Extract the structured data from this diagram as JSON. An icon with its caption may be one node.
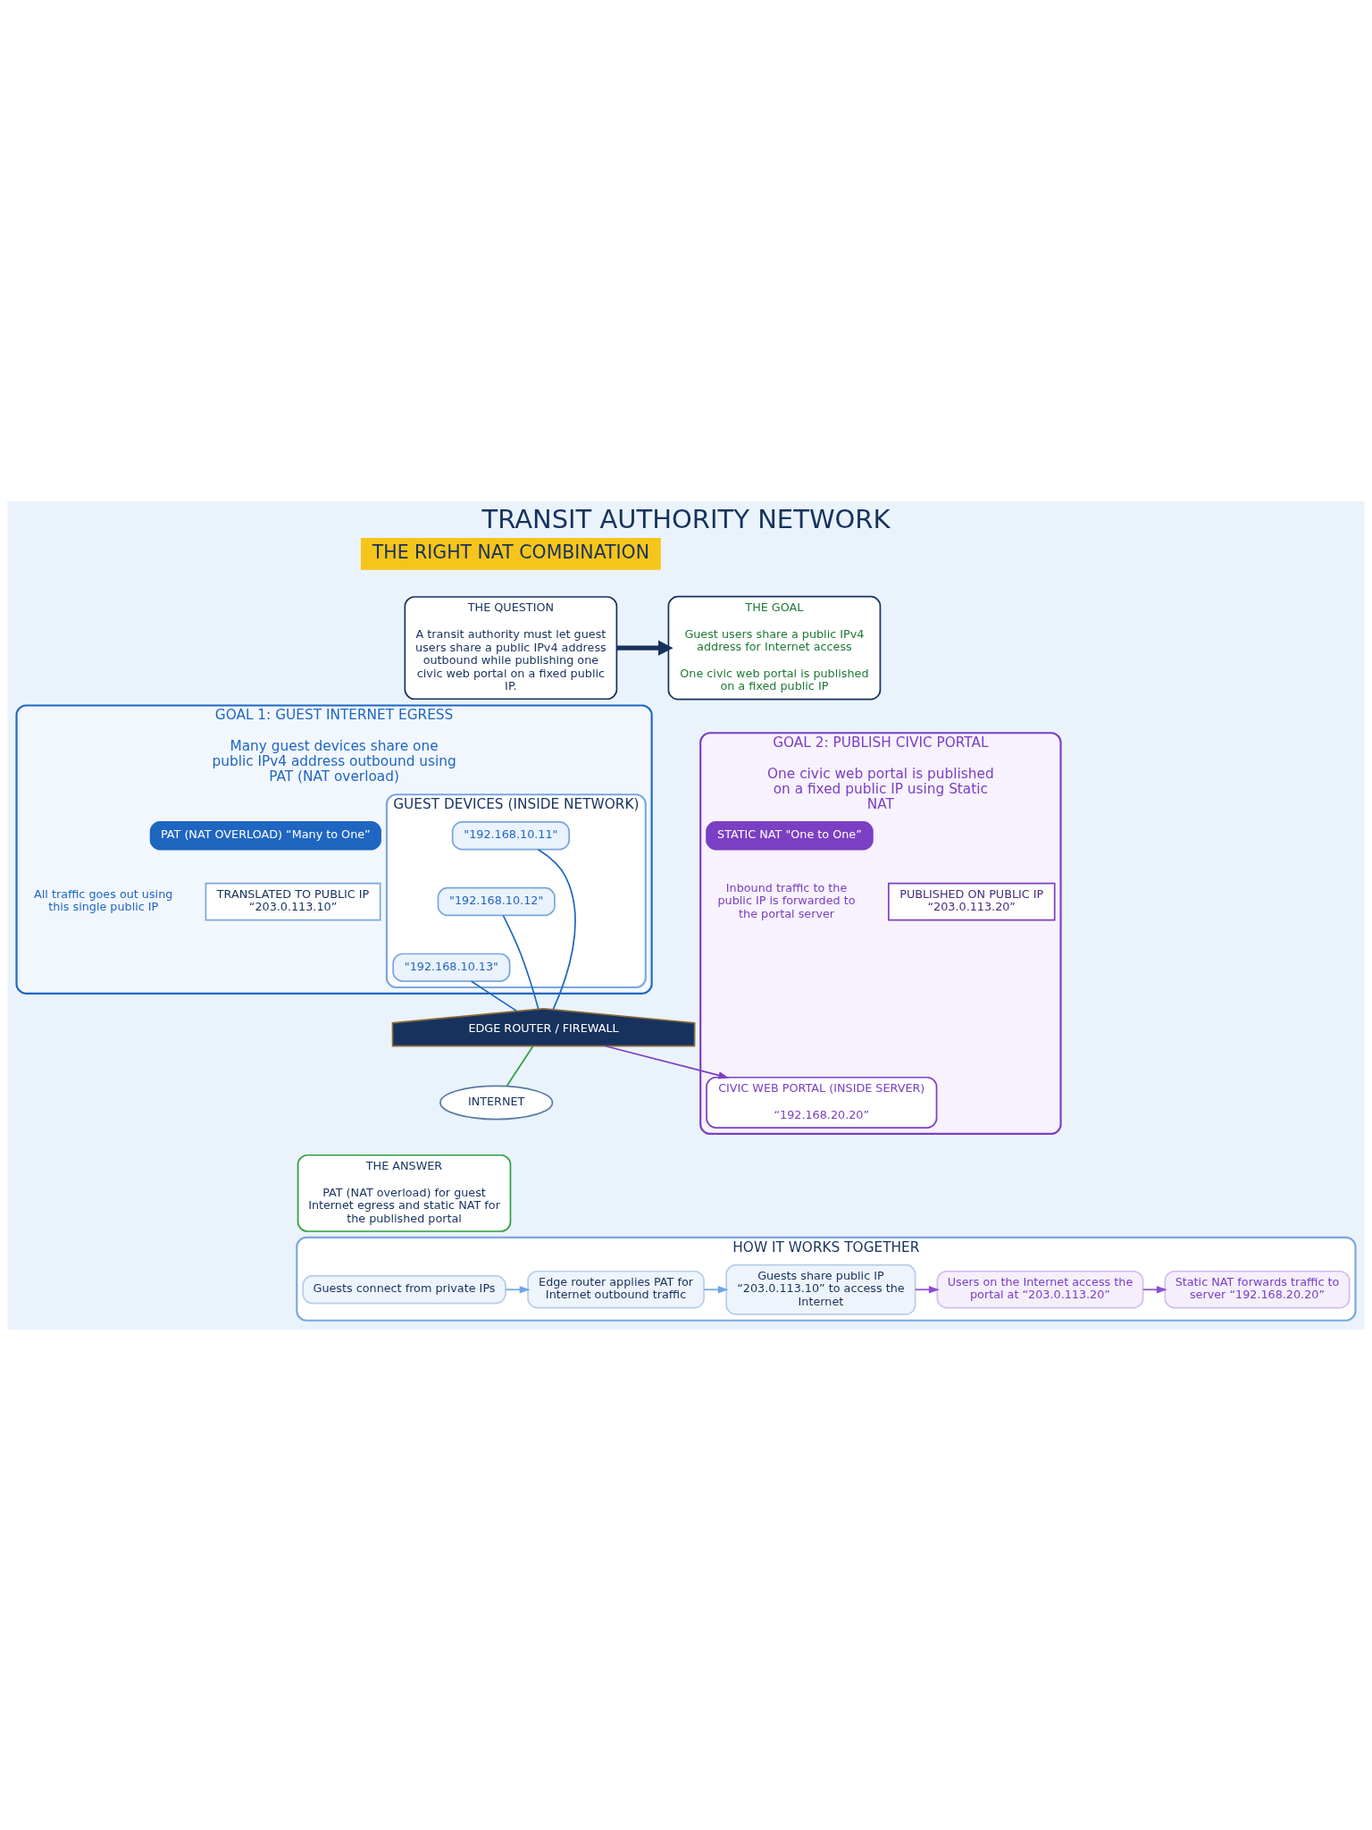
{
  "diagram": {
    "title": "TRANSIT AUTHORITY NETWORK",
    "nodes": [
      {
        "text": [
          "THE QUESTION",
          "A transit authority must let guest users share a public IPv4 address outbound while publishing one civic web portal on a fixed public IP."
        ]
      },
      {
        "text": [
          "THE GOAL",
          "Guest users share a public IPv4 address for Internet access",
          "One civic web portal is published on a fixed public IP"
        ]
      },
      {
        "text": [
          "GOAL 1: GUEST INTERNET EGRESS",
          "Many guest devices share one public IPv4 address outbound using PAT (NAT overload)"
        ]
      },
      {
        "text": [
          "GUEST DEVICES (INSIDE NETWORK)"
        ],
        "in": 2
      },
      {
        "text": [
          "\"192.168.10.11\""
        ],
        "in": 3
      },
      {
        "text": [
          "\"192.168.10.12\""
        ],
        "in": 3
      },
      {
        "text": [
          "\"192.168.10.13\""
        ],
        "in": 3
      },
      {
        "text": [
          "PAT (NAT OVERLOAD) “Many to One”"
        ],
        "beside": [
          "All traffic goes out using this single public IP"
        ],
        "in": 2
      },
      {
        "text": [
          "TRANSLATED TO PUBLIC IP “203.0.113.10”"
        ],
        "in": 2
      },
      {
        "text": [
          "EDGE ROUTER / FIREWALL"
        ]
      },
      {
        "text": [
          "GOAL 2: PUBLISH CIVIC PORTAL",
          "One civic web portal is published on a fixed public IP using Static NAT"
        ]
      },
      {
        "text": [
          "STATIC NAT \"One to One”"
        ],
        "beside": [
          "Inbound traffic to the public IP is forwarded to the portal server"
        ],
        "in": 10
      },
      {
        "text": [
          "CIVIC WEB PORTAL (INSIDE SERVER)",
          "“192.168.20.20”"
        ],
        "in": 10
      },
      {
        "text": [
          "PUBLISHED ON PUBLIC IP “203.0.113.20”"
        ],
        "in": 10
      },
      {
        "text": [
          "INTERNET"
        ]
      },
      {
        "text": [
          "THE ANSWER",
          "PAT (NAT overload) for guest Internet egress and static NAT for the published portal"
        ]
      },
      {
        "text": [
          "HOW IT WORKS TOGETHER"
        ]
      },
      {
        "text": [
          "Guests connect from private IPs"
        ],
        "in": 16
      },
      {
        "text": [
          "Edge router applies PAT for Internet outbound traffic"
        ],
        "in": 16
      },
      {
        "text": [
          "Guests share public IP “203.0.113.10” to access the Internet"
        ],
        "in": 16
      },
      {
        "text": [
          "Users on the Internet access the portal at “203.0.113.20”"
        ],
        "in": 16
      },
      {
        "text": [
          "Static NAT forwards traffic to server “192.168.20.20”"
        ],
        "in": 16
      }
    ],
    "edges": [
      {
        "from": 0,
        "to": 1,
        "arrow": "to",
        "style": "thick",
        "color": "#17325e"
      },
      {
        "from": 4,
        "to": 9,
        "arrow": "none",
        "color": "#1f66c1"
      },
      {
        "from": 5,
        "to": 9,
        "arrow": "none",
        "color": "#1f66c1"
      },
      {
        "from": 6,
        "to": 9,
        "arrow": "none",
        "color": "#1f66c1"
      },
      {
        "from": 9,
        "to": 12,
        "arrow": "to",
        "color": "#7b3fc4"
      },
      {
        "from": 9,
        "to": 14,
        "arrow": "none",
        "color": "#2e9e3e"
      },
      {
        "from": 17,
        "to": 18,
        "arrow": "to",
        "color": "#6fa8e8"
      },
      {
        "from": 18,
        "to": 19,
        "arrow": "to",
        "color": "#6fa8e8"
      },
      {
        "from": 19,
        "to": 20,
        "arrow": "to",
        "color": "#8e4fd0"
      },
      {
        "from": 20,
        "to": 21,
        "arrow": "to",
        "color": "#8e4fd0"
      }
    ],
    "labels": [
      "THE RIGHT NAT COMBINATION"
    ]
  }
}
